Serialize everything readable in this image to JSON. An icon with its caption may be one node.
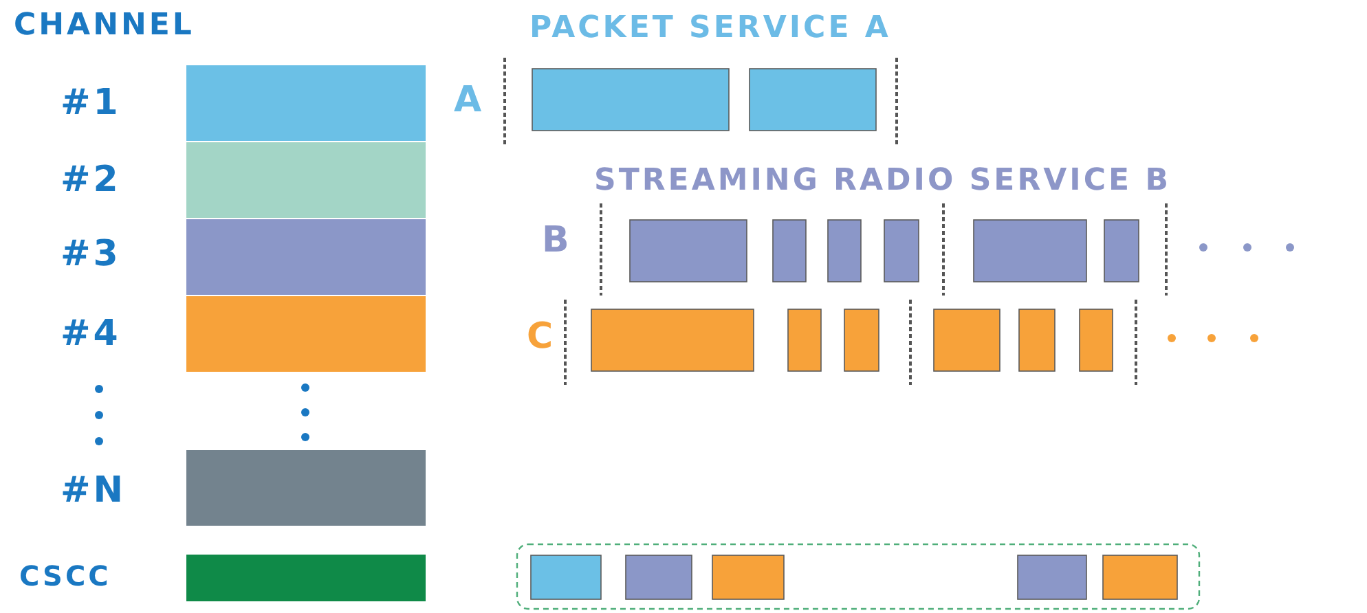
{
  "diagram": {
    "labels": [
      "CHANNEL",
      "PACKET SERVICE A",
      "#1",
      "A",
      "#2",
      "STREAMING RADIO SERVICE B",
      "#3",
      "B",
      "#4",
      "C",
      "#N",
      "CSCC"
    ]
  }
}
